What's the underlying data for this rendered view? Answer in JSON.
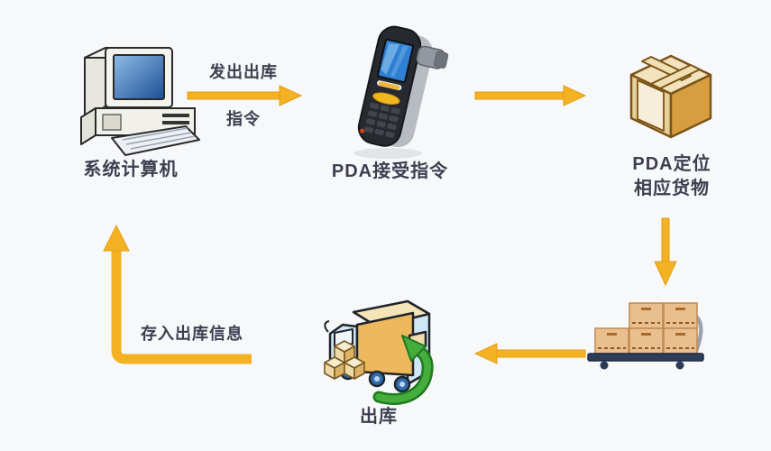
{
  "diagram": {
    "description_type": "process-flow",
    "colors": {
      "background": "#f7f8fa",
      "flow_arrow": "#f4b223",
      "flow_arrow_edge": "#e39e12",
      "label_text": "#3e3e50",
      "green_arrow": "#44ad3c",
      "cardboard": "#d69e3e",
      "platform_navy": "#2d3e5b",
      "truck_blue": "#cfe6f4"
    },
    "nodes": {
      "computer": {
        "label": "系统计算机",
        "icon": "desktop-computer-icon"
      },
      "pda": {
        "label": "PDA接受指令",
        "icon": "pda-scanner-icon"
      },
      "box": {
        "label_line1": "PDA定位",
        "label_line2": "相应货物",
        "icon": "cardboard-box-icon"
      },
      "pallet": {
        "icon": "pallet-boxes-icon"
      },
      "truck": {
        "label": "出库",
        "icon": "delivery-truck-icon"
      }
    },
    "arrows": {
      "computer_to_pda": {
        "direction": "right",
        "label_line1": "发出出库",
        "label_line2": "指令"
      },
      "pda_to_box": {
        "direction": "right"
      },
      "box_to_pallet": {
        "direction": "down"
      },
      "pallet_to_truck": {
        "direction": "left"
      },
      "truck_to_computer": {
        "direction": "left-then-up",
        "label": "存入出库信息"
      }
    }
  }
}
